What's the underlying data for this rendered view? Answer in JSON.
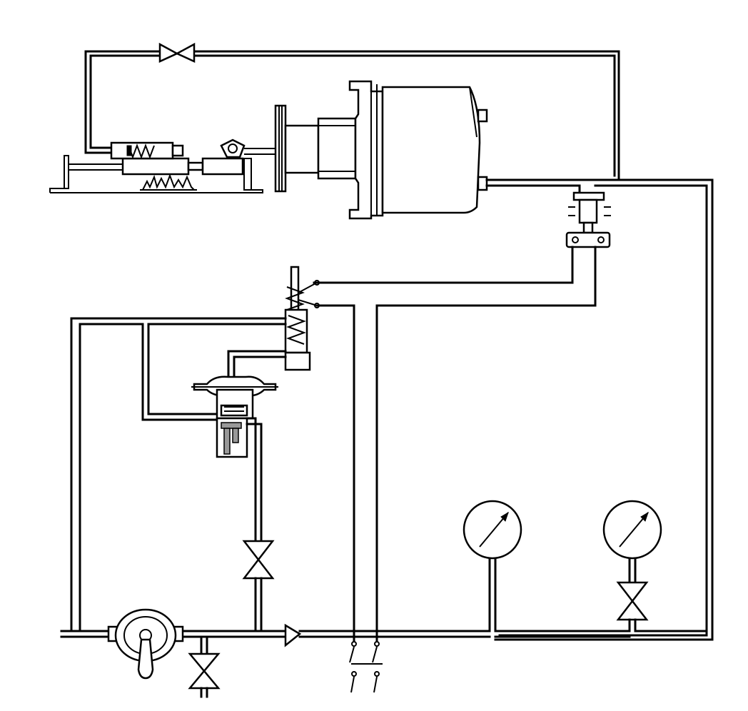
{
  "diagram": {
    "kind": "pneumatic/hydraulic system schematic",
    "labels": [],
    "components": [
      "top-globe-valve-icon",
      "horizontal-cylinder-actuator",
      "flanged-housing-drum",
      "pressure-switch-contact-block",
      "relay-valve-icon",
      "diaphragm-control-valve",
      "mid-globe-valve-icon",
      "compressor-pump-icon",
      "drain-globe-valve-icon",
      "check-valve-icon",
      "electrical-contacts-icon",
      "pressure-gauge-left-icon",
      "pressure-gauge-right-icon",
      "gauge-globe-valve-icon"
    ],
    "stroke_color": "#000000",
    "background_color": "#ffffff"
  }
}
